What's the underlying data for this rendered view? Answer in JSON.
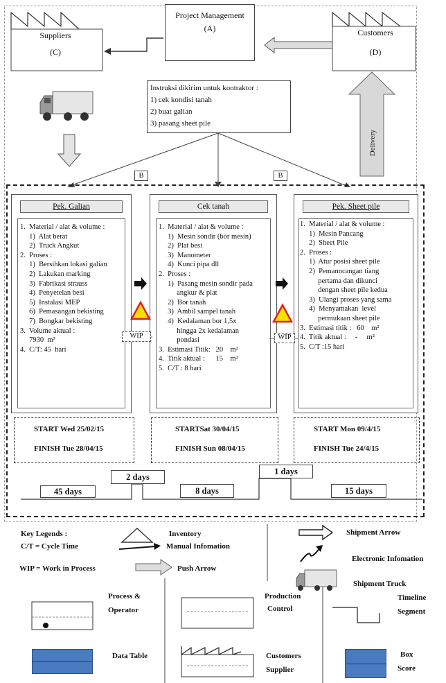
{
  "top": {
    "project_management": {
      "title": "Project Management",
      "code": "(A)"
    },
    "suppliers": {
      "title": "Suppliers",
      "code": "(C)"
    },
    "customers": {
      "title": "Customers",
      "code": "(D)"
    },
    "delivery_label": "Delivery",
    "instructions": {
      "heading": "Instruksi dikirim untuk kontraktor :",
      "items": [
        "1) cek kondisi tanah",
        "2) buat galian",
        "3) pasang sheet pile"
      ]
    },
    "b_left": "B",
    "b_right": "B"
  },
  "processes": [
    {
      "title": "Pek. Galian",
      "lines": [
        "1.  Material / alat & volume :",
        "     1)  Alat berat",
        "     2)  Truck Angkut",
        "2.  Proses :",
        "     1)  Bersihkan lokasi galian",
        "     2)  Lakukan marking",
        "     3)  Fabrikasi strauss",
        "     4)  Penyetelan besi",
        "     5)  Instalasi MEP",
        "     6)  Pemasangan bekisting",
        "     7)  Bongkar bekisting",
        "3.  Volume aktual :",
        "     7930  m³",
        "4.  C/T: 45  hari"
      ],
      "start": "START Wed 25/02/15",
      "finish": "FINISH Tue 28/04/15"
    },
    {
      "title": "Cek tanah",
      "lines": [
        "1.  Material / alat & volume :",
        "     1)  Mesin sondir (bor mesin)",
        "     2)  Plat besi",
        "     3)  Manometer",
        "     4)  Kunci pipa dll",
        "2.  Proses :",
        "     1)  Pasang mesin sondir pada",
        "          angkur & plat",
        "     2)  Bor tanah",
        "     3)  Ambil sampel tanah",
        "     4)  Kedalaman bor 1,5x",
        "          hingga 2x kedalaman",
        "          pondasi",
        "3.  Estimasi Titik:   20    m²",
        "4.  Titik aktual :      15    m²",
        "5.  C/T : 8 hari"
      ],
      "start": "STARTSat 30/04/15",
      "finish": "FINISH Sun 08/04/15"
    },
    {
      "title": "Pek. Sheet pile",
      "lines": [
        "1.  Material / alat & volume :",
        "     1)  Mesin Pancang",
        "     2)  Sheet Pile",
        "2.  Proses :",
        "     1)  Atur posisi sheet pile",
        "     2)  Pemanncangan tiang",
        "          pertama dan dikunci",
        "          dengan sheet pile kedua",
        "     3)  Ulangi proses yang sama",
        "     4)  Menyamakan  level",
        "          permukaan sheet pile",
        "3.  Estimasi titik :   60    m²",
        "4.  Titik aktual :     -     m²",
        "5.  C/T :15 hari"
      ],
      "start": "START Mon 09/4/15",
      "finish": "FINISH Tue 24/4/15"
    }
  ],
  "wip": [
    "WIP",
    "WIP"
  ],
  "timeline": {
    "days": [
      "45 days",
      "8 days",
      "15 days"
    ],
    "waits": [
      "2 days",
      "1 days"
    ]
  },
  "legend": {
    "key_legends": "Key Legends :",
    "ct": "C/T = Cycle Time",
    "wip": "WIP = Work in Process",
    "inventory": "Inventory",
    "manual": "Manual Infomation",
    "push": "Push Arrow",
    "shipment_arrow": "Shipment Arrow",
    "electronic": "Electronic Infomation",
    "shipment_truck": "Shipment  Truck",
    "process_operator_1": "Process &",
    "process_operator_2": "Operator",
    "data_table": "Data Table",
    "production_control_1": "Production",
    "production_control_2": "Control",
    "customers_supplier_1": "Customers",
    "customers_supplier_2": "Supplier",
    "timeline_segment_1": "Timeline",
    "timeline_segment_2": "Segment",
    "box_score_1": "Box",
    "box_score_2": "Score"
  }
}
